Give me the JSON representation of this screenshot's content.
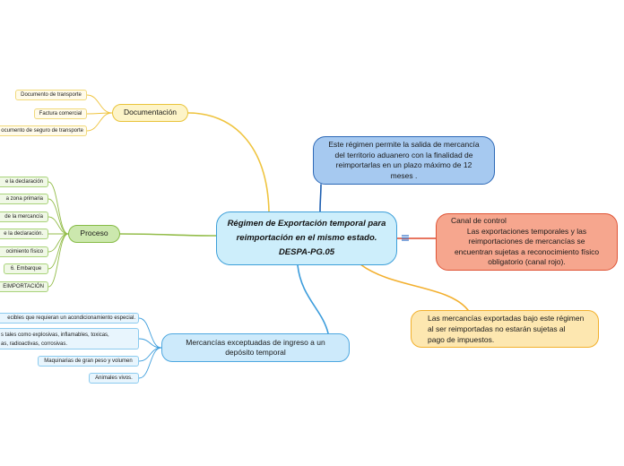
{
  "colors": {
    "background": "#ffffff",
    "central_fill": "#cdeefb",
    "central_border": "#3d9fd9",
    "definicion_fill": "#a6c9f0",
    "definicion_border": "#2c68b6",
    "canal_fill": "#f6a68e",
    "canal_border": "#df5436",
    "impuestos_fill": "#fde7b0",
    "impuestos_border": "#f2b02c",
    "documentacion_fill": "#fdf4c8",
    "documentacion_border": "#e9c43b",
    "documentacion_child_fill": "#fffbea",
    "documentacion_child_border": "#f1d97c",
    "proceso_fill": "#cce8ae",
    "proceso_border": "#86bb46",
    "proceso_child_fill": "#f0f8e6",
    "proceso_child_border": "#a9d37a",
    "mercancias_fill": "#cdeafb",
    "mercancias_border": "#4ea8e0",
    "mercancias_child_fill": "#e8f5fd",
    "mercancias_child_border": "#8ccbef",
    "link_yellow": "#efc43f",
    "link_green": "#94bd4b",
    "link_blue": "#3d9ddc",
    "link_dark_blue": "#1d5eb0",
    "link_red": "#e0482c",
    "link_orange": "#f3b02f",
    "notes_icon": "#2e6fc6",
    "text": "#1a1a1a"
  },
  "icons": {
    "notes": "notes-icon"
  },
  "central": {
    "lines": [
      "Régimen de Exportación temporal para",
      "reimportación en el mismo estado.",
      "DESPA-PG.05"
    ]
  },
  "left": {
    "documentacion": {
      "label": "Documentación",
      "children": [
        "Documento de transporte",
        "Factura comercial",
        "ocumento de seguro de transporte"
      ]
    },
    "proceso": {
      "label": "Proceso",
      "children": [
        "e la declaración",
        "a zona primaria",
        "de la mercancía",
        "e la declaración.",
        "ocimiento físico",
        "6. Embarque",
        "EIMPORTACIÓN"
      ]
    },
    "mercancias": {
      "lines": [
        "Mercancías exceptuadas de ingreso a un",
        "depósito temporal"
      ],
      "children": [
        [
          "ecibles que requieran un acondicionamiento especial."
        ],
        [
          "s tales como explosivas, inflamables, toxicas,",
          "as, radioactivas, corrosivas."
        ],
        [
          "Maquinarias de gran peso y volumen"
        ],
        [
          "Animales vivos."
        ]
      ]
    }
  },
  "right": {
    "definicion": {
      "lines": [
        "Este régimen permite la salida de mercancía",
        "del territorio aduanero con la finalidad de",
        "reimportarlas en un plazo máximo de 12",
        "meses ."
      ]
    },
    "canal": {
      "title": "Canal de control",
      "lines": [
        "Las exportaciones temporales y las",
        "reimportaciones de mercancías se",
        "encuentran sujetas a reconocimiento físico",
        "obligatorio (canal rojo)."
      ]
    },
    "impuestos": {
      "lines": [
        "Las mercancías exportadas bajo este régimen",
        "al ser reimportadas no estarán sujetas al",
        "pago de impuestos."
      ]
    }
  }
}
